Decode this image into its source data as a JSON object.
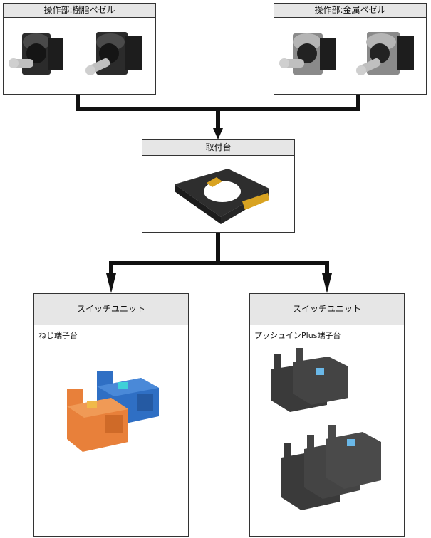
{
  "operator_resin": {
    "title": "操作部:樹脂ベゼル"
  },
  "operator_metal": {
    "title": "操作部:金属ベゼル"
  },
  "mount": {
    "title": "取付台"
  },
  "switch_screw": {
    "title": "スイッチユニット",
    "terminal": "ねじ端子台"
  },
  "switch_push": {
    "title": "スイッチユニット",
    "terminal": "プッシュインPlus端子台"
  },
  "colors": {
    "line": "#111111",
    "header_bg": "#e6e6e6",
    "orange": "#e8803a",
    "blue": "#2f6fc4",
    "dark": "#3a3a3a"
  }
}
